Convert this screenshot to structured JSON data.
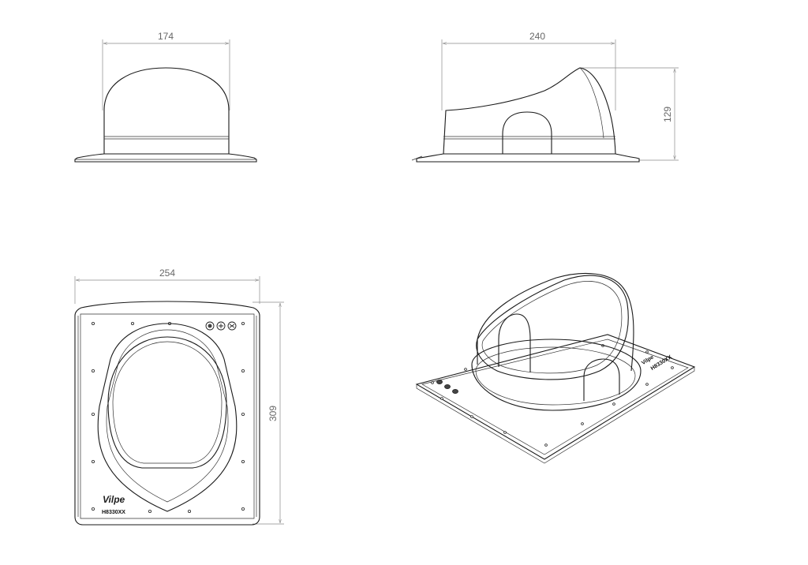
{
  "dimensions": {
    "front_width": "174",
    "side_length": "240",
    "side_height": "129",
    "plan_width": "254",
    "plan_height": "309"
  },
  "labels": {
    "brand": "Vilpe",
    "model_code": "H8330XX"
  },
  "colors": {
    "line": "#1a1a1a",
    "dimension": "#8a8a8a",
    "background": "#ffffff"
  }
}
